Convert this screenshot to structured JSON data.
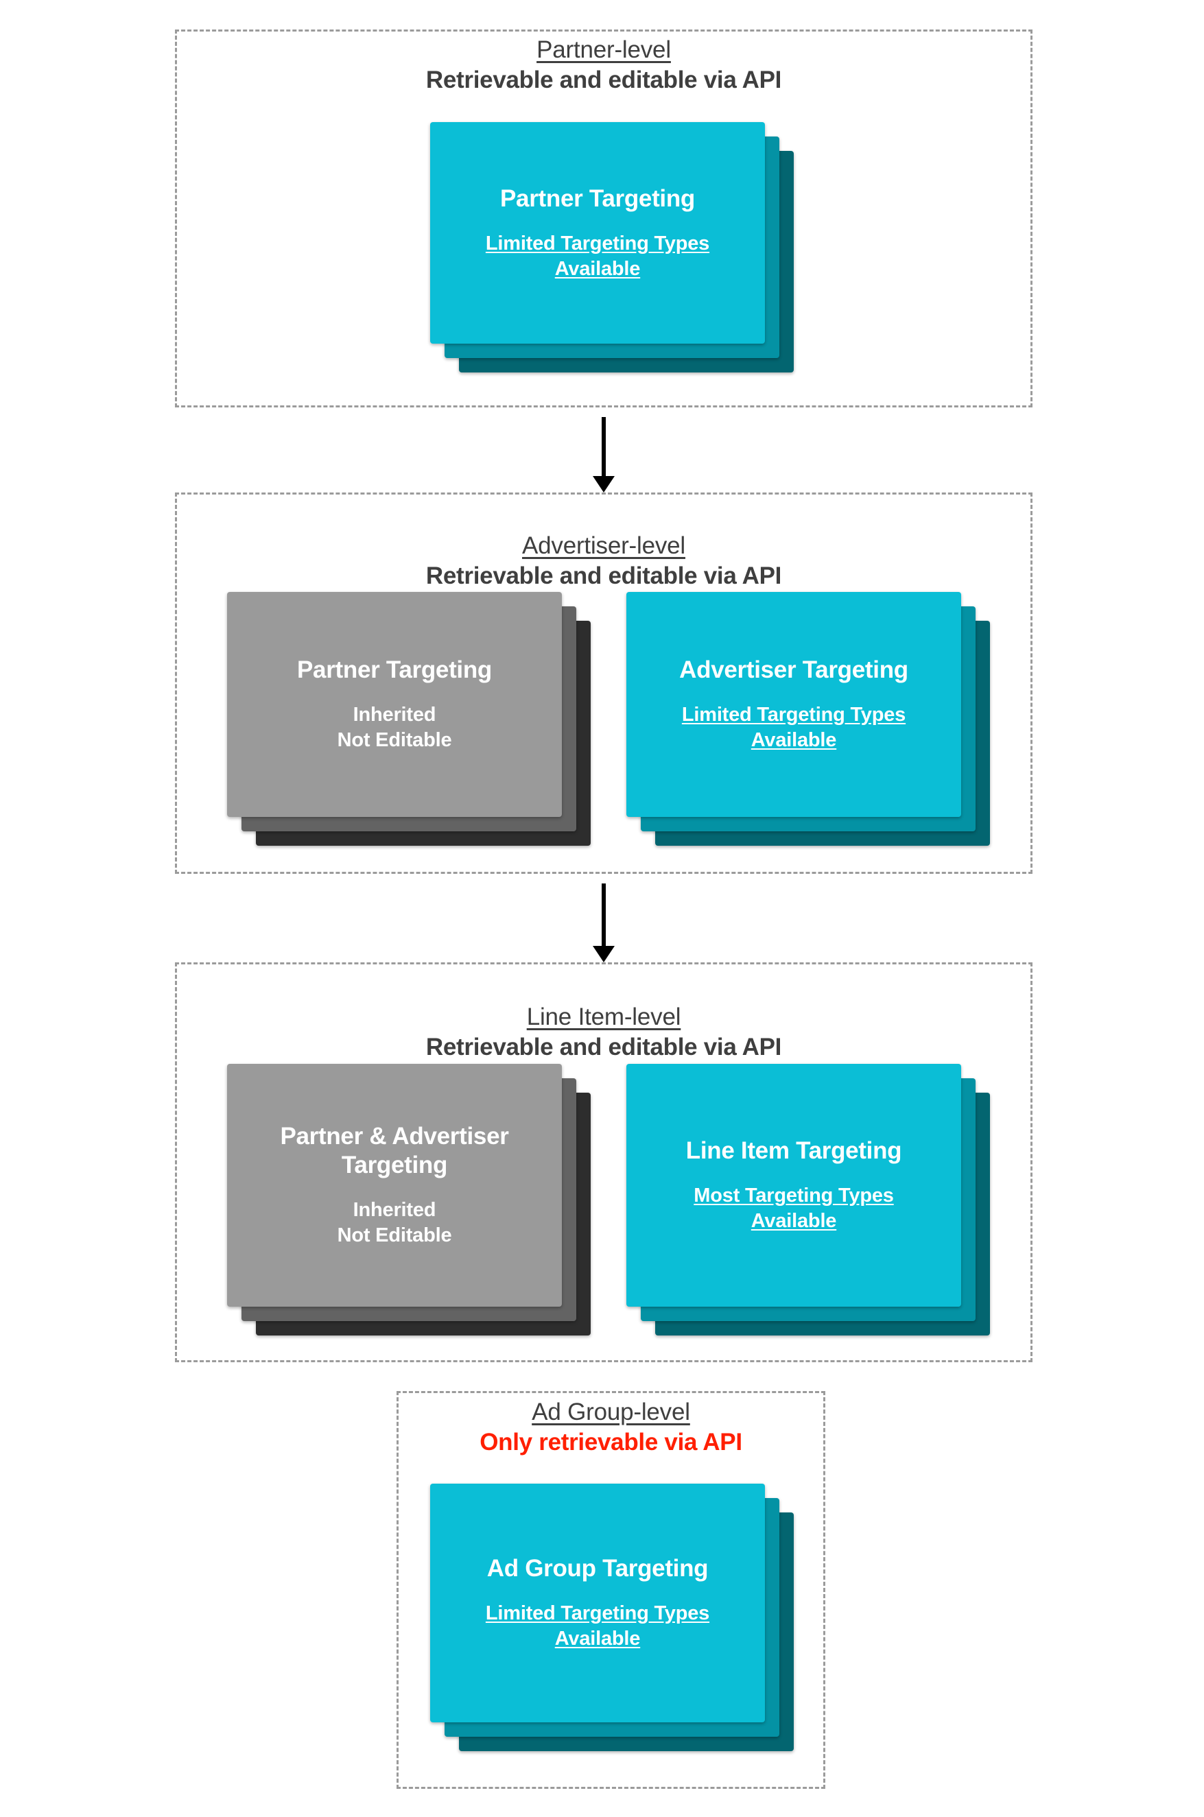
{
  "diagram": {
    "title_font_color": "#3f3f3f",
    "accent_cyan": "#0bbed6",
    "accent_cyan_mid": "#0492a4",
    "accent_cyan_dark": "#036570",
    "accent_grey": "#9a9a9a",
    "accent_grey_mid": "#636363",
    "accent_grey_dark": "#2d2d2d",
    "alert_color": "#ff1f00",
    "border_color": "#9b9b9b"
  },
  "levels": [
    {
      "title": "Partner-level",
      "subtitle": "Retrievable and editable via API",
      "subtitle_alert": false,
      "cards": [
        {
          "title": "Partner Targeting",
          "sub_line1": "Limited Targeting Types",
          "sub_line2": "Available",
          "style": "cyan",
          "underlined": true
        }
      ]
    },
    {
      "title": "Advertiser-level",
      "subtitle": "Retrievable and editable via API",
      "subtitle_alert": false,
      "cards": [
        {
          "title": "Partner Targeting",
          "sub_line1": "Inherited",
          "sub_line2": "Not Editable",
          "style": "grey",
          "underlined": false
        },
        {
          "title": "Advertiser Targeting",
          "sub_line1": "Limited Targeting Types",
          "sub_line2": "Available",
          "style": "cyan",
          "underlined": true
        }
      ]
    },
    {
      "title": "Line Item-level",
      "subtitle": "Retrievable and editable via API",
      "subtitle_alert": false,
      "cards": [
        {
          "title": "Partner & Advertiser Targeting",
          "sub_line1": "Inherited",
          "sub_line2": "Not Editable",
          "style": "grey",
          "underlined": false
        },
        {
          "title": "Line Item Targeting",
          "sub_line1": "Most Targeting Types",
          "sub_line2": "Available",
          "style": "cyan",
          "underlined": true
        }
      ]
    },
    {
      "title": "Ad Group-level",
      "subtitle": "Only retrievable via API",
      "subtitle_alert": true,
      "cards": [
        {
          "title": "Ad Group Targeting",
          "sub_line1": "Limited Targeting Types",
          "sub_line2": "Available",
          "style": "cyan",
          "underlined": true
        }
      ]
    }
  ],
  "connectors": [
    {
      "name": "partner-to-advertiser"
    },
    {
      "name": "advertiser-to-line-item"
    }
  ]
}
